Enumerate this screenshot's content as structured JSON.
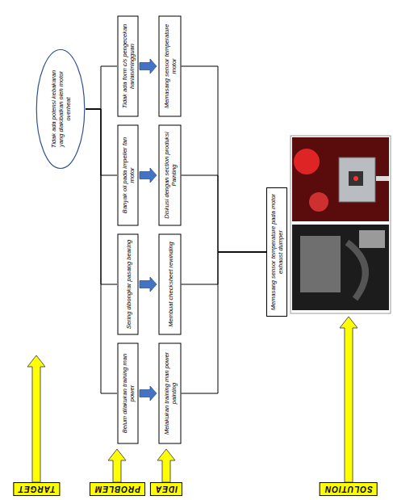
{
  "diagram": {
    "nodes": [
      {
        "text": [
          "TARGET"
        ]
      },
      {
        "text": [
          "PROBLEM"
        ]
      },
      {
        "text": [
          "IDEA"
        ]
      },
      {
        "text": [
          "SOLUTION"
        ]
      },
      {
        "text": [
          "Tidak ada potensi kebakaran yang diakibatkan oleh motor overheat"
        ]
      },
      {
        "text": [
          "Belum dilakukan training man power"
        ]
      },
      {
        "text": [
          "Sering dibongkar pasang bearing"
        ]
      },
      {
        "text": [
          "Banyak oli pada impeller fan motor"
        ]
      },
      {
        "text": [
          "Tidak ada form c/s pengecekan harian/mingguan"
        ]
      },
      {
        "text": [
          "Melakukan training man power painting"
        ]
      },
      {
        "text": [
          "Membuat checksheet rewinding"
        ]
      },
      {
        "text": [
          "Diskusi dengan section produksi Painting"
        ]
      },
      {
        "text": [
          "Memasang sensor temperature motor"
        ]
      },
      {
        "text": [
          "Memasang sensor temperature pada motor exhaust dumper"
        ]
      }
    ],
    "edges": [
      {
        "from": 4,
        "to": 5,
        "arrow": "none"
      },
      {
        "from": 4,
        "to": 6,
        "arrow": "none"
      },
      {
        "from": 4,
        "to": 7,
        "arrow": "none"
      },
      {
        "from": 4,
        "to": 8,
        "arrow": "none"
      },
      {
        "from": 5,
        "to": 9,
        "arrow": "to"
      },
      {
        "from": 6,
        "to": 10,
        "arrow": "to"
      },
      {
        "from": 7,
        "to": 11,
        "arrow": "to"
      },
      {
        "from": 8,
        "to": 12,
        "arrow": "to"
      },
      {
        "from": 9,
        "to": 13,
        "arrow": "none"
      },
      {
        "from": 10,
        "to": 13,
        "arrow": "none"
      },
      {
        "from": 11,
        "to": 13,
        "arrow": "none"
      },
      {
        "from": 12,
        "to": 13,
        "arrow": "none"
      }
    ]
  }
}
